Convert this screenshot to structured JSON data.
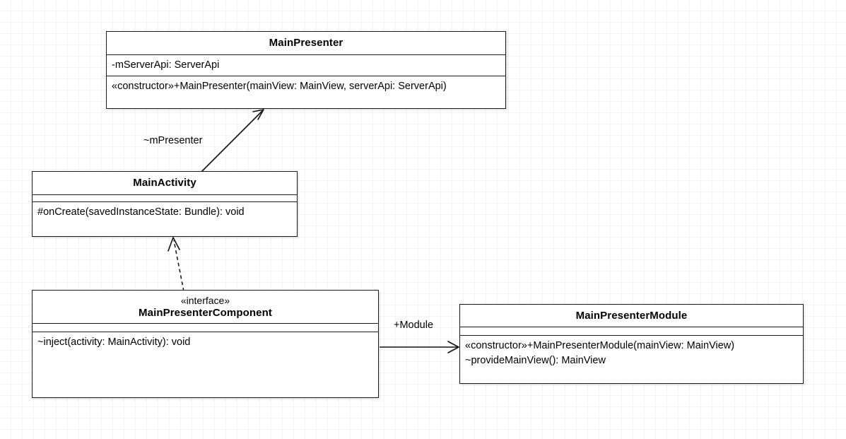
{
  "diagram": {
    "kind": "uml-class-diagram",
    "background": "#ffffff",
    "grid_color": "#ebebeb",
    "line_color": "#111111"
  },
  "classes": {
    "main_presenter": {
      "name": "MainPresenter",
      "attributes": [
        "-mServerApi: ServerApi"
      ],
      "operations": [
        "«constructor»+MainPresenter(mainView: MainView, serverApi: ServerApi)"
      ]
    },
    "main_activity": {
      "name": "MainActivity",
      "attributes": [],
      "operations": [
        "#onCreate(savedInstanceState: Bundle): void"
      ]
    },
    "main_presenter_component": {
      "stereotype": "«interface»",
      "name": "MainPresenterComponent",
      "attributes": [],
      "operations": [
        "~inject(activity: MainActivity): void"
      ]
    },
    "main_presenter_module": {
      "name": "MainPresenterModule",
      "attributes": [],
      "operations": [
        "«constructor»+MainPresenterModule(mainView: MainView)",
        "~provideMainView(): MainView"
      ]
    }
  },
  "relations": {
    "activity_to_presenter": {
      "label": "~mPresenter",
      "type": "association",
      "from": "MainActivity",
      "to": "MainPresenter"
    },
    "component_to_activity": {
      "label": "",
      "type": "dependency",
      "from": "MainPresenterComponent",
      "to": "MainActivity"
    },
    "component_to_module": {
      "label": "+Module",
      "type": "association",
      "from": "MainPresenterComponent",
      "to": "MainPresenterModule"
    }
  }
}
